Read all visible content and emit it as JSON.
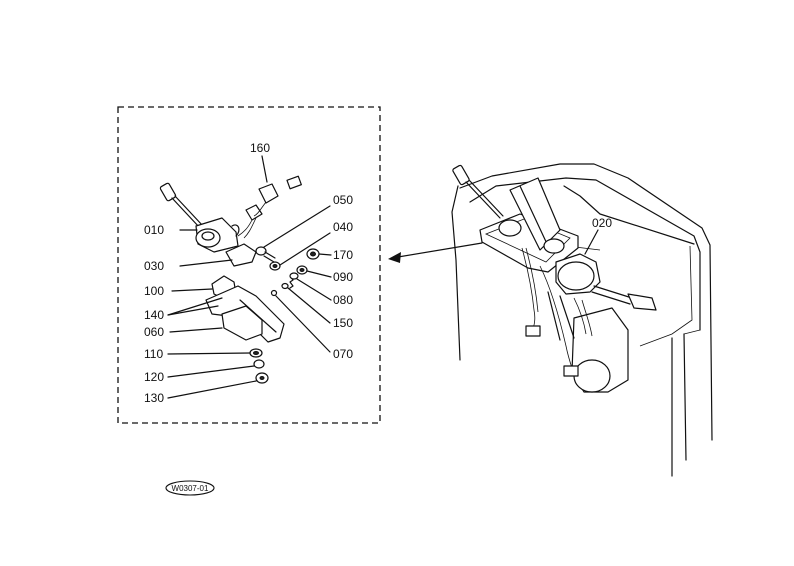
{
  "diagram": {
    "part_labels": {
      "p010": "010",
      "p020": "020",
      "p030": "030",
      "p040": "040",
      "p050": "050",
      "p060": "060",
      "p070": "070",
      "p080": "080",
      "p090": "090",
      "p100": "100",
      "p110": "110",
      "p120": "120",
      "p130": "130",
      "p140": "140",
      "p150": "150",
      "p160": "160",
      "p170": "170"
    },
    "figure_code": "W0307-01"
  },
  "colors": {
    "ink": "#111111",
    "paper": "#ffffff"
  }
}
